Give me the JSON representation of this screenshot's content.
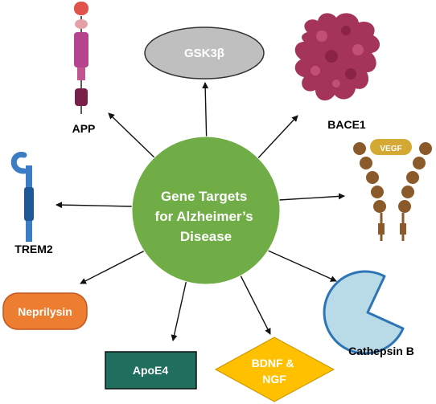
{
  "hub": {
    "lines": [
      "Gene Targets",
      "for Alzheimer’s",
      "Disease"
    ]
  },
  "targets": {
    "app": "APP",
    "gsk3b": "GSK3β",
    "bace1": "BACE1",
    "vegf": "VEGF",
    "trem2": "TREM2",
    "neprilysin": "Neprilysin",
    "apoe4": "ApoE4",
    "bdnf_ngf": [
      "BDNF &",
      "NGF"
    ],
    "cathepsin_b": "Cathepsin B"
  },
  "colors": {
    "hub_fill": "#70ad47",
    "gsk3b_fill": "#bfbfbf",
    "neprilysin_fill": "#ed7d31",
    "apoe4_fill": "#1f6e5e",
    "bdnf_fill": "#ffc000",
    "cathepsin_fill": "#b9dbe8",
    "cathepsin_stroke": "#2e75b6",
    "bace1_fill": "#a5345a",
    "vegf_bead": "#8b5a2b",
    "vegf_label_fill": "#d4a933",
    "trem2_fill": "#3a7dc4",
    "app_fill": "#b5438e"
  }
}
